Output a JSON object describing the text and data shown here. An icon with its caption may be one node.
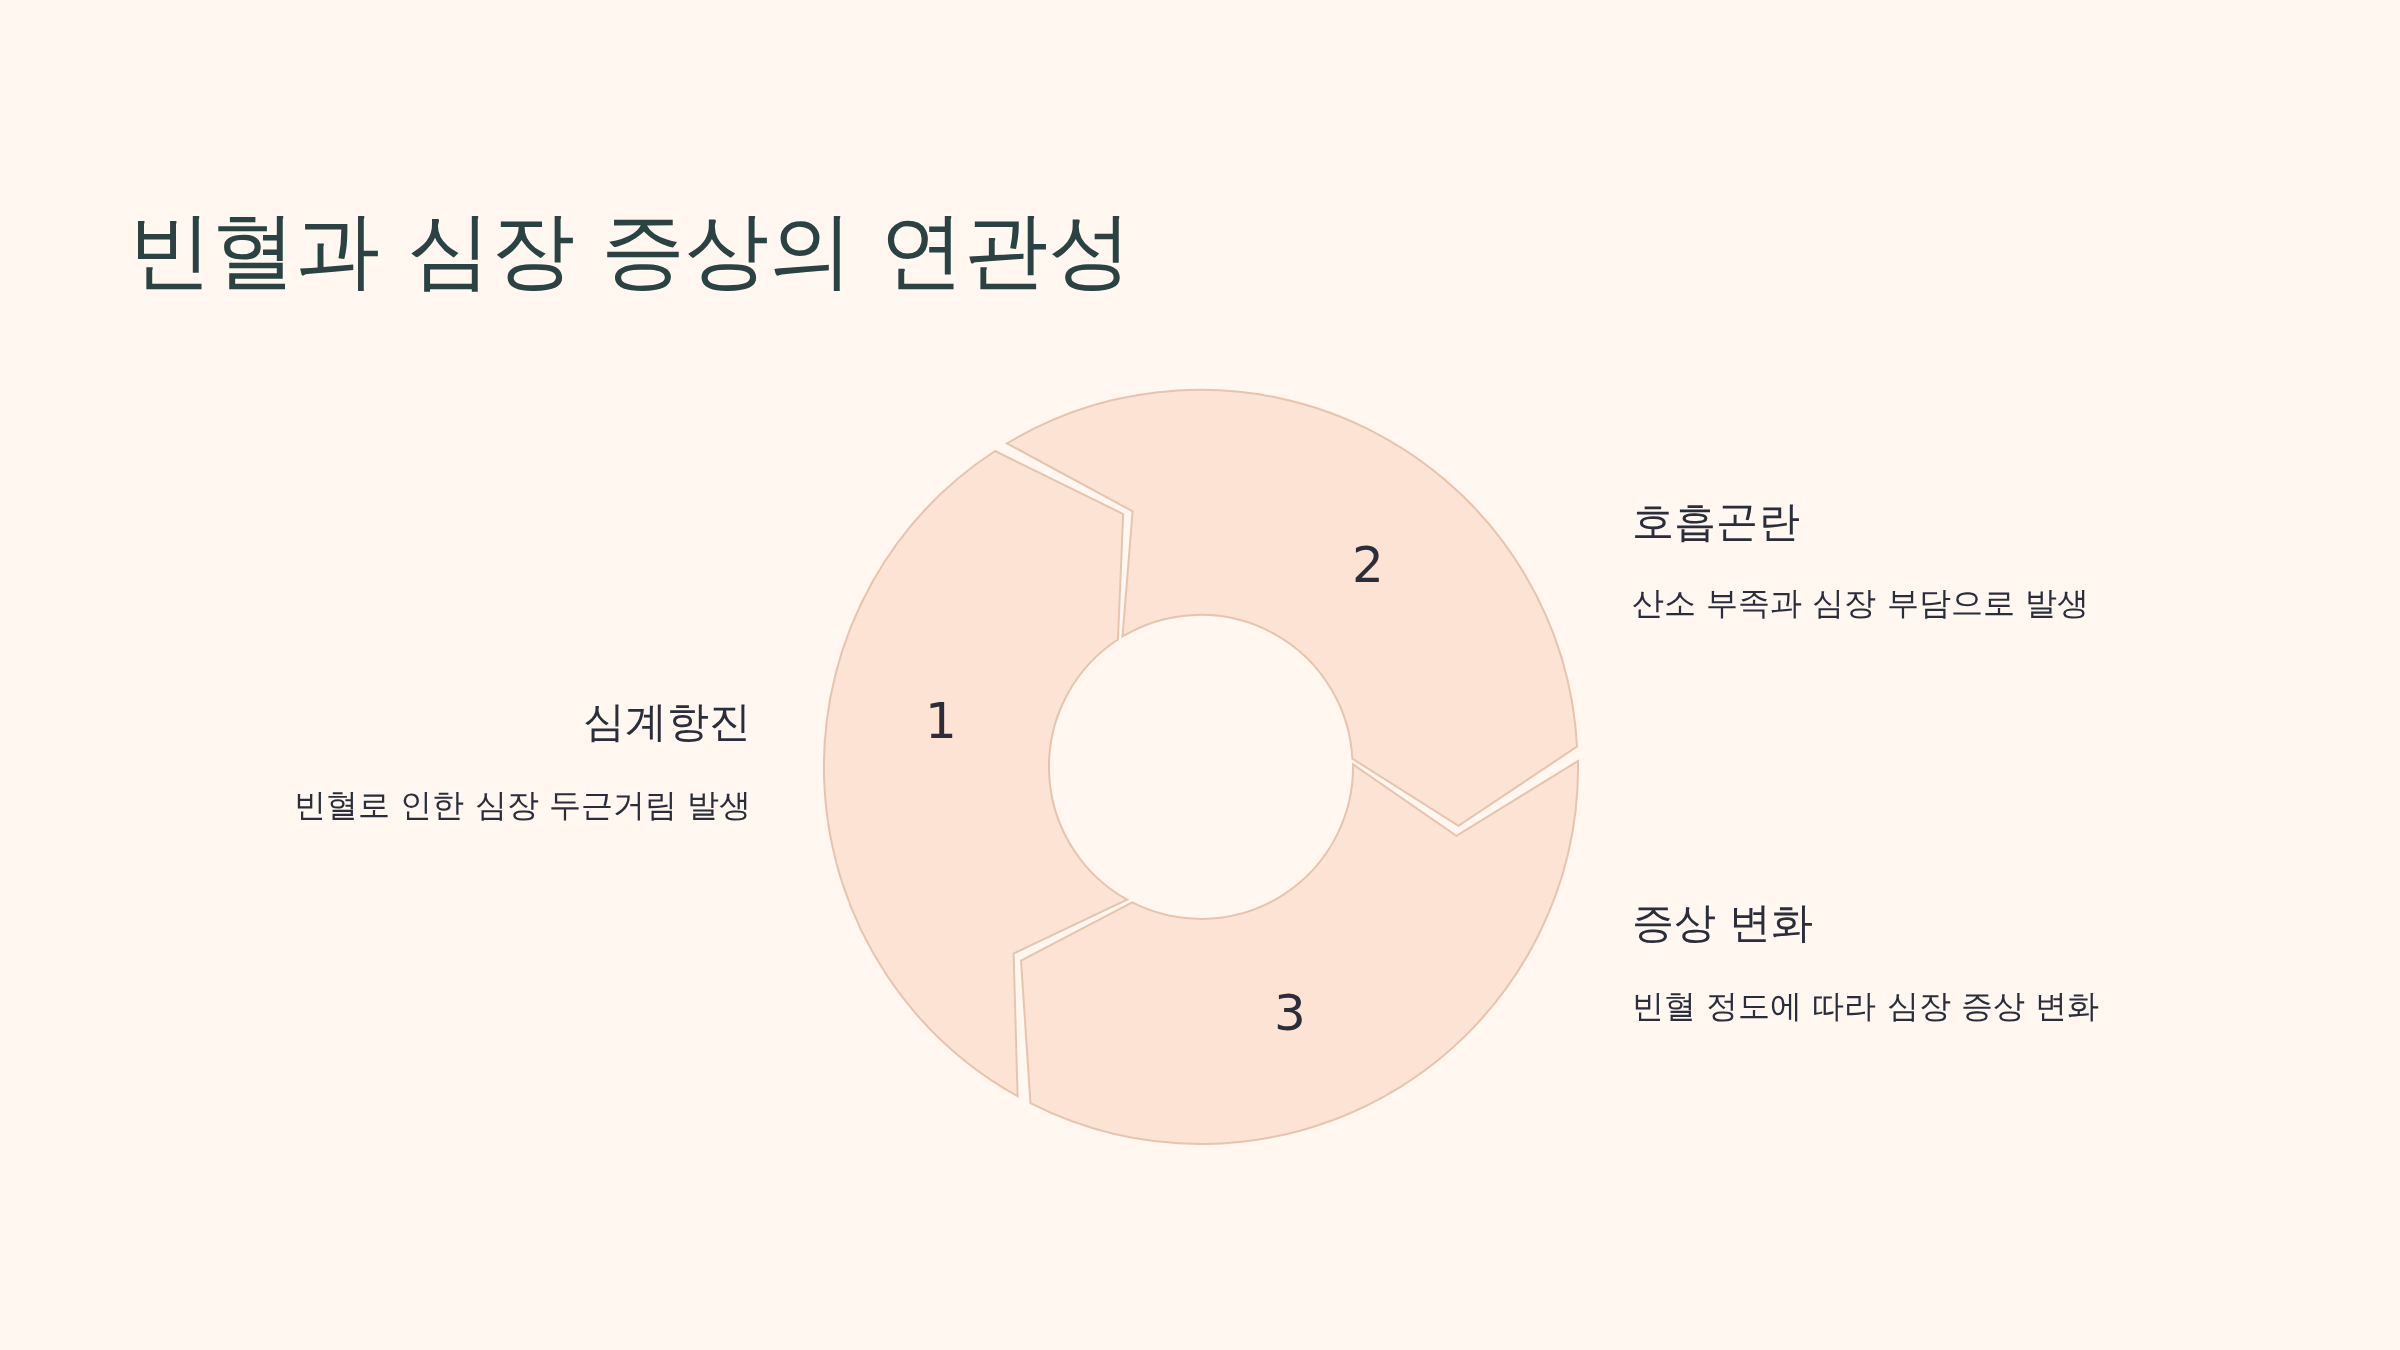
{
  "diagram": {
    "title": "빈혈과 심장 증상의 연관성",
    "nodes": [
      {
        "text": [
          "1"
        ],
        "beside": [
          "심계항진",
          "빈혈로 인한 심장 두근거림 발생"
        ]
      },
      {
        "text": [
          "2"
        ],
        "beside": [
          "호흡곤란",
          "산소 부족과 심장 부담으로 발생"
        ]
      },
      {
        "text": [
          "3"
        ],
        "beside": [
          "증상 변화",
          "빈혈 정도에 따라 심장 증상 변화"
        ]
      }
    ]
  }
}
